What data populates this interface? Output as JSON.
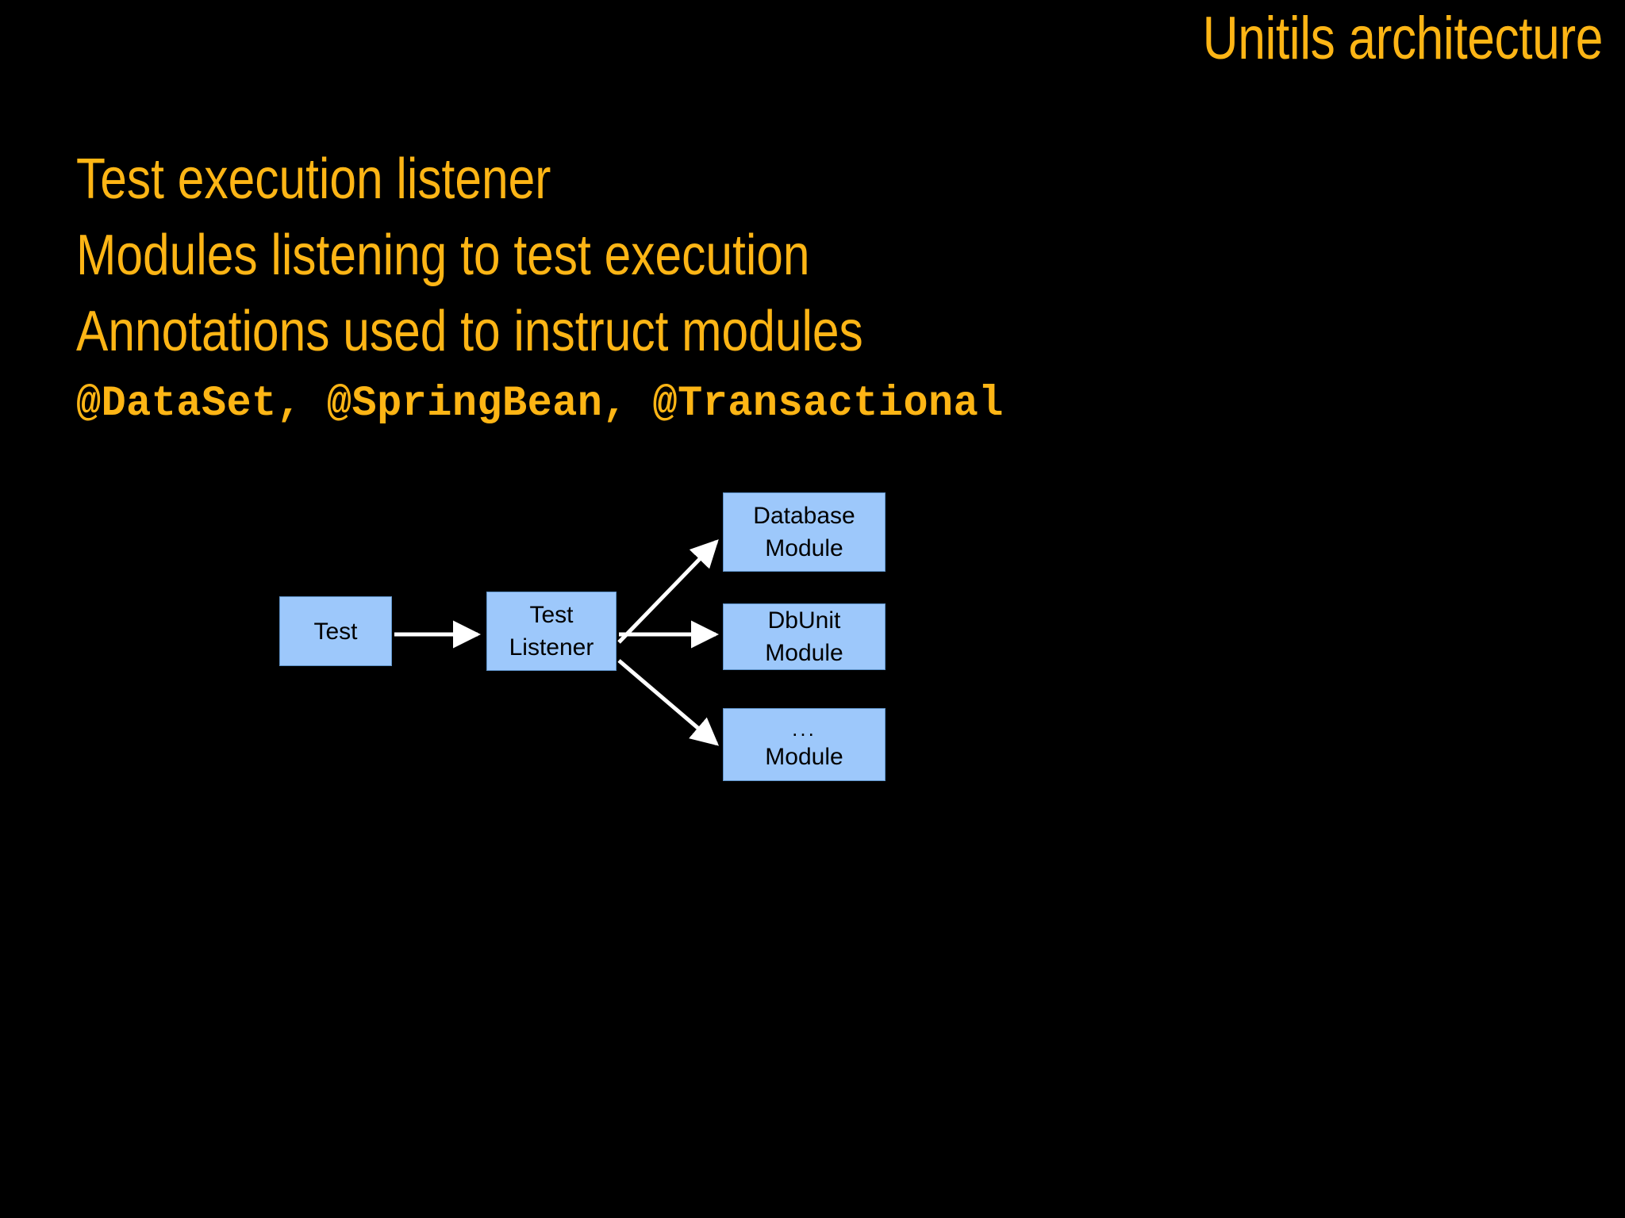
{
  "slide": {
    "title": "Unitils architecture",
    "background_color": "#000000",
    "accent_color": "#FDB515",
    "bullets": [
      {
        "text": "Test execution listener",
        "style": "heading"
      },
      {
        "text": "Modules listening to test execution",
        "style": "heading"
      },
      {
        "text": "Annotations used to instruct modules",
        "style": "heading"
      },
      {
        "text": "@DataSet, @SpringBean, @Transactional",
        "style": "code"
      }
    ]
  },
  "diagram": {
    "node_fill_color": "#9DC8FB",
    "node_text_color": "#000000",
    "connector_color": "#FFFFFF",
    "nodes": [
      {
        "id": "test",
        "lines": [
          "Test"
        ]
      },
      {
        "id": "listener",
        "lines": [
          "Test",
          "Listener"
        ]
      },
      {
        "id": "database",
        "lines": [
          "Database",
          "Module"
        ]
      },
      {
        "id": "dbunit",
        "lines": [
          "DbUnit",
          "Module"
        ]
      },
      {
        "id": "other",
        "lines": [
          "...",
          "Module"
        ]
      }
    ],
    "edges": [
      {
        "from": "test",
        "to": "listener"
      },
      {
        "from": "listener",
        "to": "database"
      },
      {
        "from": "listener",
        "to": "dbunit"
      },
      {
        "from": "listener",
        "to": "other"
      }
    ]
  }
}
